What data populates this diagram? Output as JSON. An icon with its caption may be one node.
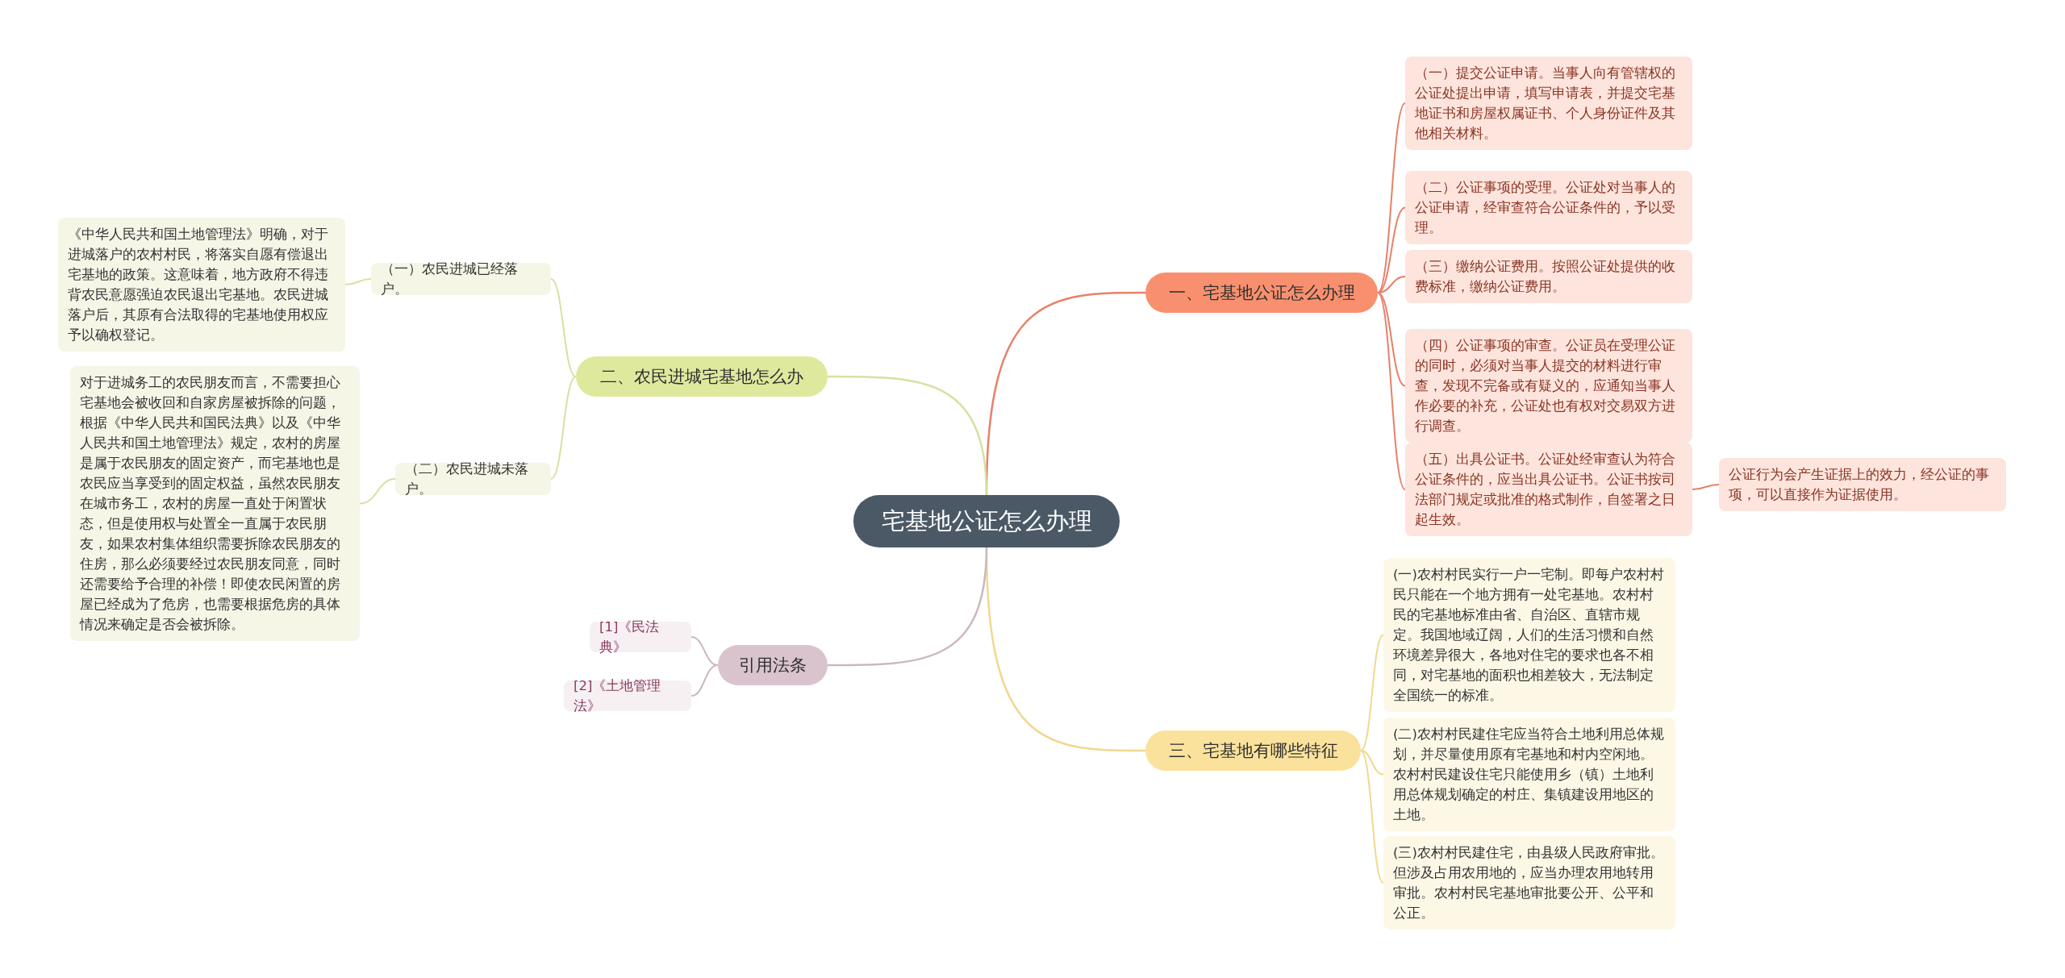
{
  "diagram": {
    "nodes": [
      {
        "text": [
          "宅基地公证怎么办理"
        ]
      },
      {
        "text": [
          "一、宅基地公证怎么办理"
        ]
      },
      {
        "text": [
          "（一）提交公证申请。当事人向有管辖权的公证处提出申请，填写申请表，并提交宅基地证书和房屋权属证书、个人身份证件及其他相关材料。"
        ]
      },
      {
        "text": [
          "（二）公证事项的受理。公证处对当事人的公证申请，经审查符合公证条件的，予以受理。"
        ]
      },
      {
        "text": [
          "（三）缴纳公证费用。按照公证处提供的收费标准，缴纳公证费用。"
        ]
      },
      {
        "text": [
          "（四）公证事项的审查。公证员在受理公证的同时，必须对当事人提交的材料进行审查，发现不完备或有疑义的，应通知当事人作必要的补充，公证处也有权对交易双方进行调查。"
        ]
      },
      {
        "text": [
          "（五）出具公证书。公证处经审查认为符合公证条件的，应当出具公证书。公证书按司法部门规定或批准的格式制作，自签署之日起生效。"
        ]
      },
      {
        "text": [
          "公证行为会产生证据上的效力，经公证的事项，可以直接作为证据使用。"
        ]
      },
      {
        "text": [
          "二、农民进城宅基地怎么办"
        ]
      },
      {
        "text": [
          "（一）农民进城已经落户。"
        ]
      },
      {
        "text": [
          "《中华人民共和国土地管理法》明确，对于进城落户的农村村民，将落实自愿有偿退出宅基地的政策。这意味着，地方政府不得违背农民意愿强迫农民退出宅基地。农民进城落户后，其原有合法取得的宅基地使用权应予以确权登记。"
        ]
      },
      {
        "text": [
          "（二）农民进城未落户。"
        ]
      },
      {
        "text": [
          "对于进城务工的农民朋友而言，不需要担心宅基地会被收回和自家房屋被拆除的问题，根据《中华人民共和国民法典》以及《中华人民共和国土地管理法》规定，农村的房屋是属于农民朋友的固定资产，而宅基地也是农民应当享受到的固定权益，虽然农民朋友在城市务工，农村的房屋一直处于闲置状态，但是使用权与处置全一直属于农民朋友，如果农村集体组织需要拆除农民朋友的住房，那么必须要经过农民朋友同意，同时还需要给予合理的补偿！即使农民闲置的房屋已经成为了危房，也需要根据危房的具体情况来确定是否会被拆除。"
        ]
      },
      {
        "text": [
          "三、宅基地有哪些特征"
        ]
      },
      {
        "text": [
          "(一)农村村民实行一户一宅制。即每户农村村民只能在一个地方拥有一处宅基地。农村村民的宅基地标准由省、自治区、直辖市规定。我国地域辽阔，人们的生活习惯和自然环境差异很大，各地对住宅的要求也各不相同，对宅基地的面积也相差较大，无法制定全国统一的标准。"
        ]
      },
      {
        "text": [
          "(二)农村村民建住宅应当符合土地利用总体规划，并尽量使用原有宅基地和村内空闲地。农村村民建设住宅只能使用乡（镇）土地利用总体规划确定的村庄、集镇建设用地区的土地。"
        ]
      },
      {
        "text": [
          "(三)农村村民建住宅，由县级人民政府审批。但涉及占用农用地的，应当办理农用地转用审批。农村村民宅基地审批要公开、公平和公正。"
        ]
      },
      {
        "text": [
          "引用法条"
        ]
      },
      {
        "text": [
          "[1]《民法典》"
        ]
      },
      {
        "text": [
          "[2]《土地管理法》"
        ]
      }
    ],
    "edges": [
      {
        "from": 0,
        "to": 1,
        "arrow": "none",
        "color": "#e8806a"
      },
      {
        "from": 1,
        "to": 2,
        "arrow": "none",
        "color": "#e8806a"
      },
      {
        "from": 1,
        "to": 3,
        "arrow": "none",
        "color": "#e8806a"
      },
      {
        "from": 1,
        "to": 4,
        "arrow": "none",
        "color": "#e8806a"
      },
      {
        "from": 1,
        "to": 5,
        "arrow": "none",
        "color": "#e8806a"
      },
      {
        "from": 1,
        "to": 6,
        "arrow": "none",
        "color": "#e8806a"
      },
      {
        "from": 6,
        "to": 7,
        "arrow": "none",
        "color": "#e8806a"
      },
      {
        "from": 0,
        "to": 8,
        "arrow": "none",
        "color": "#d8e0a0"
      },
      {
        "from": 8,
        "to": 9,
        "arrow": "none",
        "color": "#d8e0a0"
      },
      {
        "from": 9,
        "to": 10,
        "arrow": "none",
        "color": "#d8e0a0"
      },
      {
        "from": 8,
        "to": 11,
        "arrow": "none",
        "color": "#d8e0a0"
      },
      {
        "from": 11,
        "to": 12,
        "arrow": "none",
        "color": "#d8e0a0"
      },
      {
        "from": 0,
        "to": 13,
        "arrow": "none",
        "color": "#f0d890"
      },
      {
        "from": 13,
        "to": 14,
        "arrow": "none",
        "color": "#f0d890"
      },
      {
        "from": 13,
        "to": 15,
        "arrow": "none",
        "color": "#f0d890"
      },
      {
        "from": 13,
        "to": 16,
        "arrow": "none",
        "color": "#f0d890"
      },
      {
        "from": 0,
        "to": 17,
        "arrow": "none",
        "color": "#cbb8c0"
      },
      {
        "from": 17,
        "to": 18,
        "arrow": "none",
        "color": "#cbb8c0"
      },
      {
        "from": 17,
        "to": 19,
        "arrow": "none",
        "color": "#cbb8c0"
      }
    ]
  }
}
